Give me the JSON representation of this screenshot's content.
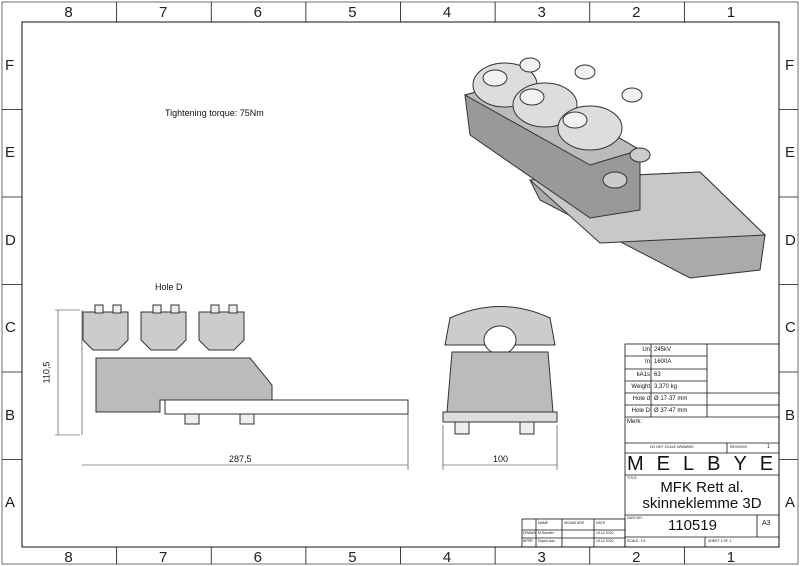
{
  "zones": {
    "columns": [
      "8",
      "7",
      "6",
      "5",
      "4",
      "3",
      "2",
      "1"
    ],
    "rows": [
      "F",
      "E",
      "D",
      "C",
      "B",
      "A"
    ]
  },
  "notes": {
    "torque": "Tightening torque: 75Nm",
    "hole_label": "Hole D"
  },
  "dimensions": {
    "height": "110,5",
    "length": "287,5",
    "width": "100"
  },
  "specs": [
    {
      "label": "Un",
      "value": "245kV"
    },
    {
      "label": "In",
      "value": "1600A"
    },
    {
      "label": "kA1s",
      "value": "63"
    },
    {
      "label": "Weight",
      "value": "3,370 kg"
    },
    {
      "label": "Hole d",
      "value": "Ø 17-37 mm"
    },
    {
      "label": "Hole D",
      "value": "Ø 37-47 mm"
    }
  ],
  "title_block": {
    "merk_label": "Merk:",
    "do_not_scale": "DO NOT SCALE DRAWING",
    "revision_label": "REVISION",
    "revision": "1",
    "company": "MELBYE",
    "title_label": "TITLE:",
    "title_line1": "MFK Rett al.",
    "title_line2": "skinneklemme 3D",
    "dwg_no_label": "DWG NO.",
    "dwg_no": "110519",
    "size": "A3",
    "scale": "SCALE: 1:5",
    "sheet": "SHEET 1 OF 1"
  },
  "signatures": {
    "headers": [
      "",
      "NAME",
      "SIGNATURE",
      "DATE"
    ],
    "rows": [
      [
        "DRAWN",
        "M.Sandler",
        "",
        "14.12.2020"
      ],
      [
        "APPR.",
        "Espen Aas",
        "",
        "14.12.2020"
      ]
    ]
  }
}
